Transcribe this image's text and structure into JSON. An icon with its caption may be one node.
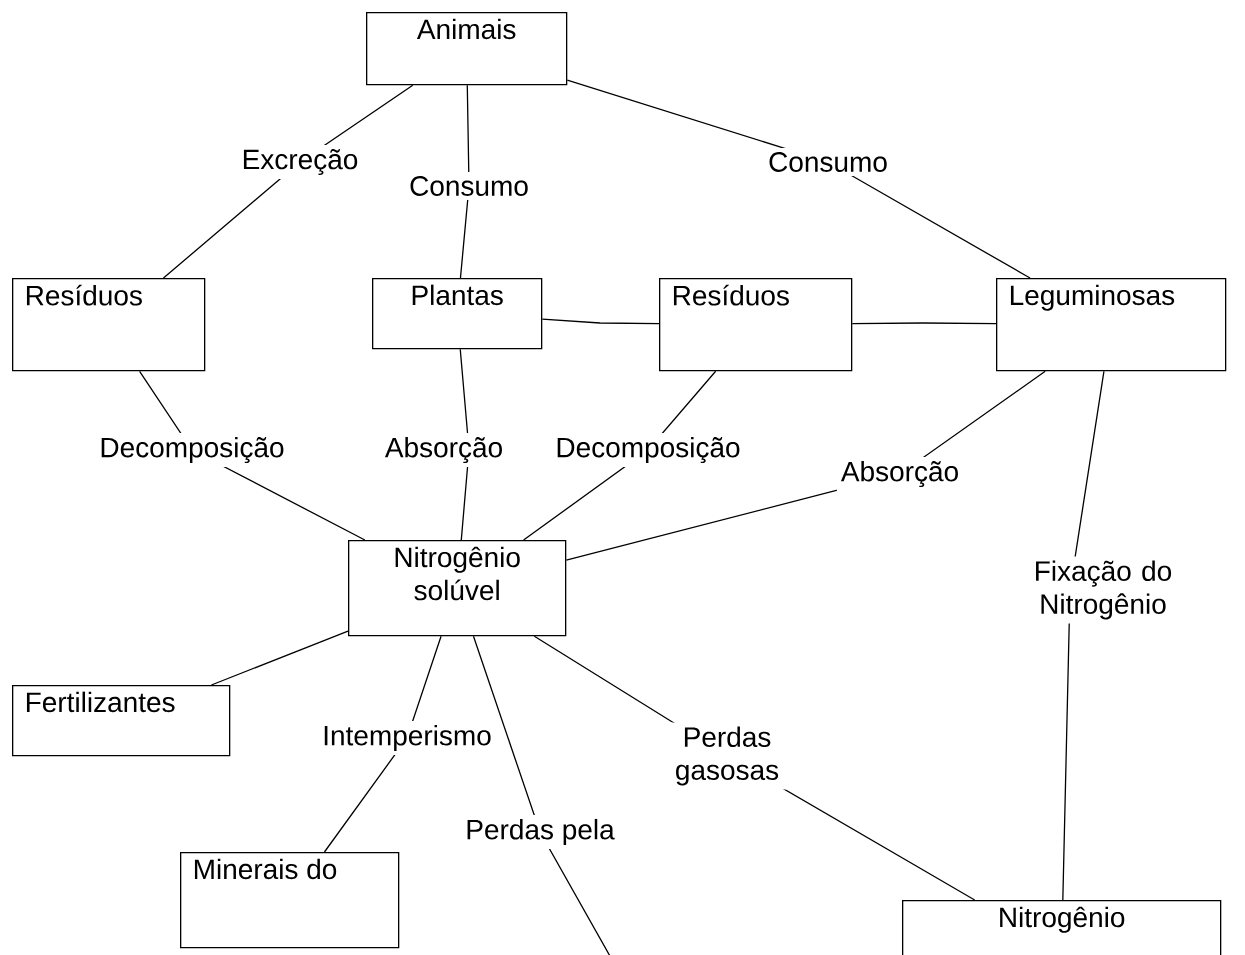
{
  "diagram": {
    "nodes": [
      {
        "text": [
          "Animais"
        ]
      },
      {
        "text": [
          "Resíduos"
        ]
      },
      {
        "text": [
          "Plantas"
        ]
      },
      {
        "text": [
          "Resíduos"
        ]
      },
      {
        "text": [
          "Leguminosas"
        ]
      },
      {
        "text": [
          "Nitrogênio solúvel"
        ]
      },
      {
        "text": [
          "Fertilizantes"
        ]
      },
      {
        "text": [
          "Minerais do"
        ]
      },
      {
        "text": [
          "Nitrogênio"
        ]
      }
    ],
    "edges": [
      {
        "from": 0,
        "to": 1,
        "arrow": "none",
        "label": "Excreção"
      },
      {
        "from": 0,
        "to": 2,
        "arrow": "none",
        "label": "Consumo"
      },
      {
        "from": 0,
        "to": 4,
        "arrow": "none",
        "label": "Consumo"
      },
      {
        "from": 2,
        "to": 3,
        "arrow": "none"
      },
      {
        "from": 3,
        "to": 4,
        "arrow": "none"
      },
      {
        "from": 1,
        "to": 5,
        "arrow": "none",
        "label": "Decomposição"
      },
      {
        "from": 2,
        "to": 5,
        "arrow": "none",
        "label": "Absorção"
      },
      {
        "from": 3,
        "to": 5,
        "arrow": "none",
        "label": "Decomposição"
      },
      {
        "from": 4,
        "to": 5,
        "arrow": "none",
        "label": "Absorção"
      },
      {
        "from": 4,
        "to": 8,
        "arrow": "none",
        "label": "Fixação do Nitrogênio"
      },
      {
        "from": 6,
        "to": 5,
        "arrow": "none"
      },
      {
        "from": 5,
        "to": 7,
        "arrow": "none",
        "label": "Intemperismo"
      },
      {
        "from": 5,
        "to": null,
        "arrow": "none",
        "label": "Perdas pela"
      },
      {
        "from": 5,
        "to": 8,
        "arrow": "none",
        "label": "Perdas gasosas"
      }
    ]
  }
}
